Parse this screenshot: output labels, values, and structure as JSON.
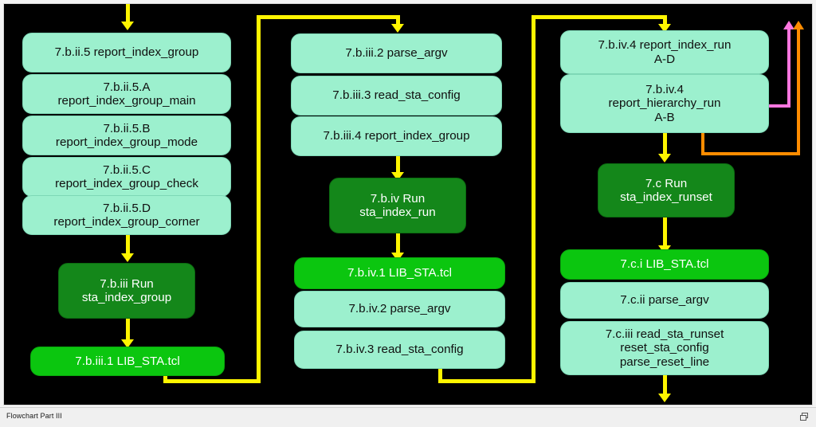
{
  "statusbar": {
    "label": "Flowchart Part III",
    "window_icon": "restore-window-icon"
  },
  "colors": {
    "canvas": "#000000",
    "mint": "#9CF0CE",
    "dark_green": "#14871A",
    "bright_green": "#0BC60F",
    "arrow_yellow": "#FFF500",
    "arrow_pink": "#FF77E0",
    "arrow_orange": "#FF8C00"
  },
  "columns": {
    "left": {
      "nodes": [
        {
          "id": "n-l1",
          "text": "7.b.ii.5 report_index_group",
          "style": "mint"
        },
        {
          "id": "n-l2",
          "text": "7.b.ii.5.A\nreport_index_group_main",
          "style": "mint"
        },
        {
          "id": "n-l3",
          "text": "7.b.ii.5.B\nreport_index_group_mode",
          "style": "mint"
        },
        {
          "id": "n-l4",
          "text": "7.b.ii.5.C\nreport_index_group_check",
          "style": "mint"
        },
        {
          "id": "n-l5",
          "text": "7.b.ii.5.D\nreport_index_group_corner",
          "style": "mint"
        },
        {
          "id": "n-l6",
          "text": "7.b.iii Run\nsta_index_group",
          "style": "dark_green"
        },
        {
          "id": "n-l7",
          "text": "7.b.iii.1 LIB_STA.tcl",
          "style": "bright_green"
        }
      ]
    },
    "middle": {
      "nodes": [
        {
          "id": "n-m1",
          "text": "7.b.iii.2 parse_argv",
          "style": "mint"
        },
        {
          "id": "n-m2",
          "text": "7.b.iii.3 read_sta_config",
          "style": "mint"
        },
        {
          "id": "n-m3",
          "text": "7.b.iii.4 report_index_group",
          "style": "mint"
        },
        {
          "id": "n-m4",
          "text": "7.b.iv Run\nsta_index_run",
          "style": "dark_green"
        },
        {
          "id": "n-m5",
          "text": "7.b.iv.1 LIB_STA.tcl",
          "style": "bright_green"
        },
        {
          "id": "n-m6",
          "text": "7.b.iv.2 parse_argv",
          "style": "mint"
        },
        {
          "id": "n-m7",
          "text": "7.b.iv.3 read_sta_config",
          "style": "mint"
        }
      ]
    },
    "right": {
      "nodes": [
        {
          "id": "n-r1",
          "text": "7.b.iv.4 report_index_run\nA-D",
          "style": "mint"
        },
        {
          "id": "n-r2",
          "text": "7.b.iv.4\nreport_hierarchy_run\nA-B",
          "style": "mint"
        },
        {
          "id": "n-r3",
          "text": "7.c Run\nsta_index_runset",
          "style": "dark_green"
        },
        {
          "id": "n-r4",
          "text": "7.c.i LIB_STA.tcl",
          "style": "bright_green"
        },
        {
          "id": "n-r5",
          "text": "7.c.ii parse_argv",
          "style": "mint"
        },
        {
          "id": "n-r6",
          "text": "7.c.iii read_sta_runset\nreset_sta_config\nparse_reset_line",
          "style": "mint"
        }
      ]
    }
  },
  "connectors": [
    {
      "id": "c-top-left-in",
      "kind": "yellow-arrow-down",
      "desc": "enters left column top"
    },
    {
      "id": "c-left-to-mid",
      "kind": "yellow-elbow",
      "desc": "left column bottom wraps up to middle column top"
    },
    {
      "id": "c-mid-to-right",
      "kind": "yellow-elbow",
      "desc": "middle column bottom wraps up to right column top"
    },
    {
      "id": "c-right-out",
      "kind": "yellow-arrow-down",
      "desc": "exits right column bottom"
    },
    {
      "id": "c-hier-pink",
      "kind": "pink-arrow-up",
      "desc": "report_hierarchy_run A-B loops back up"
    },
    {
      "id": "c-hier-orange",
      "kind": "orange-arrow-up",
      "desc": "report_hierarchy_run A-B loops back up (outer)"
    }
  ]
}
